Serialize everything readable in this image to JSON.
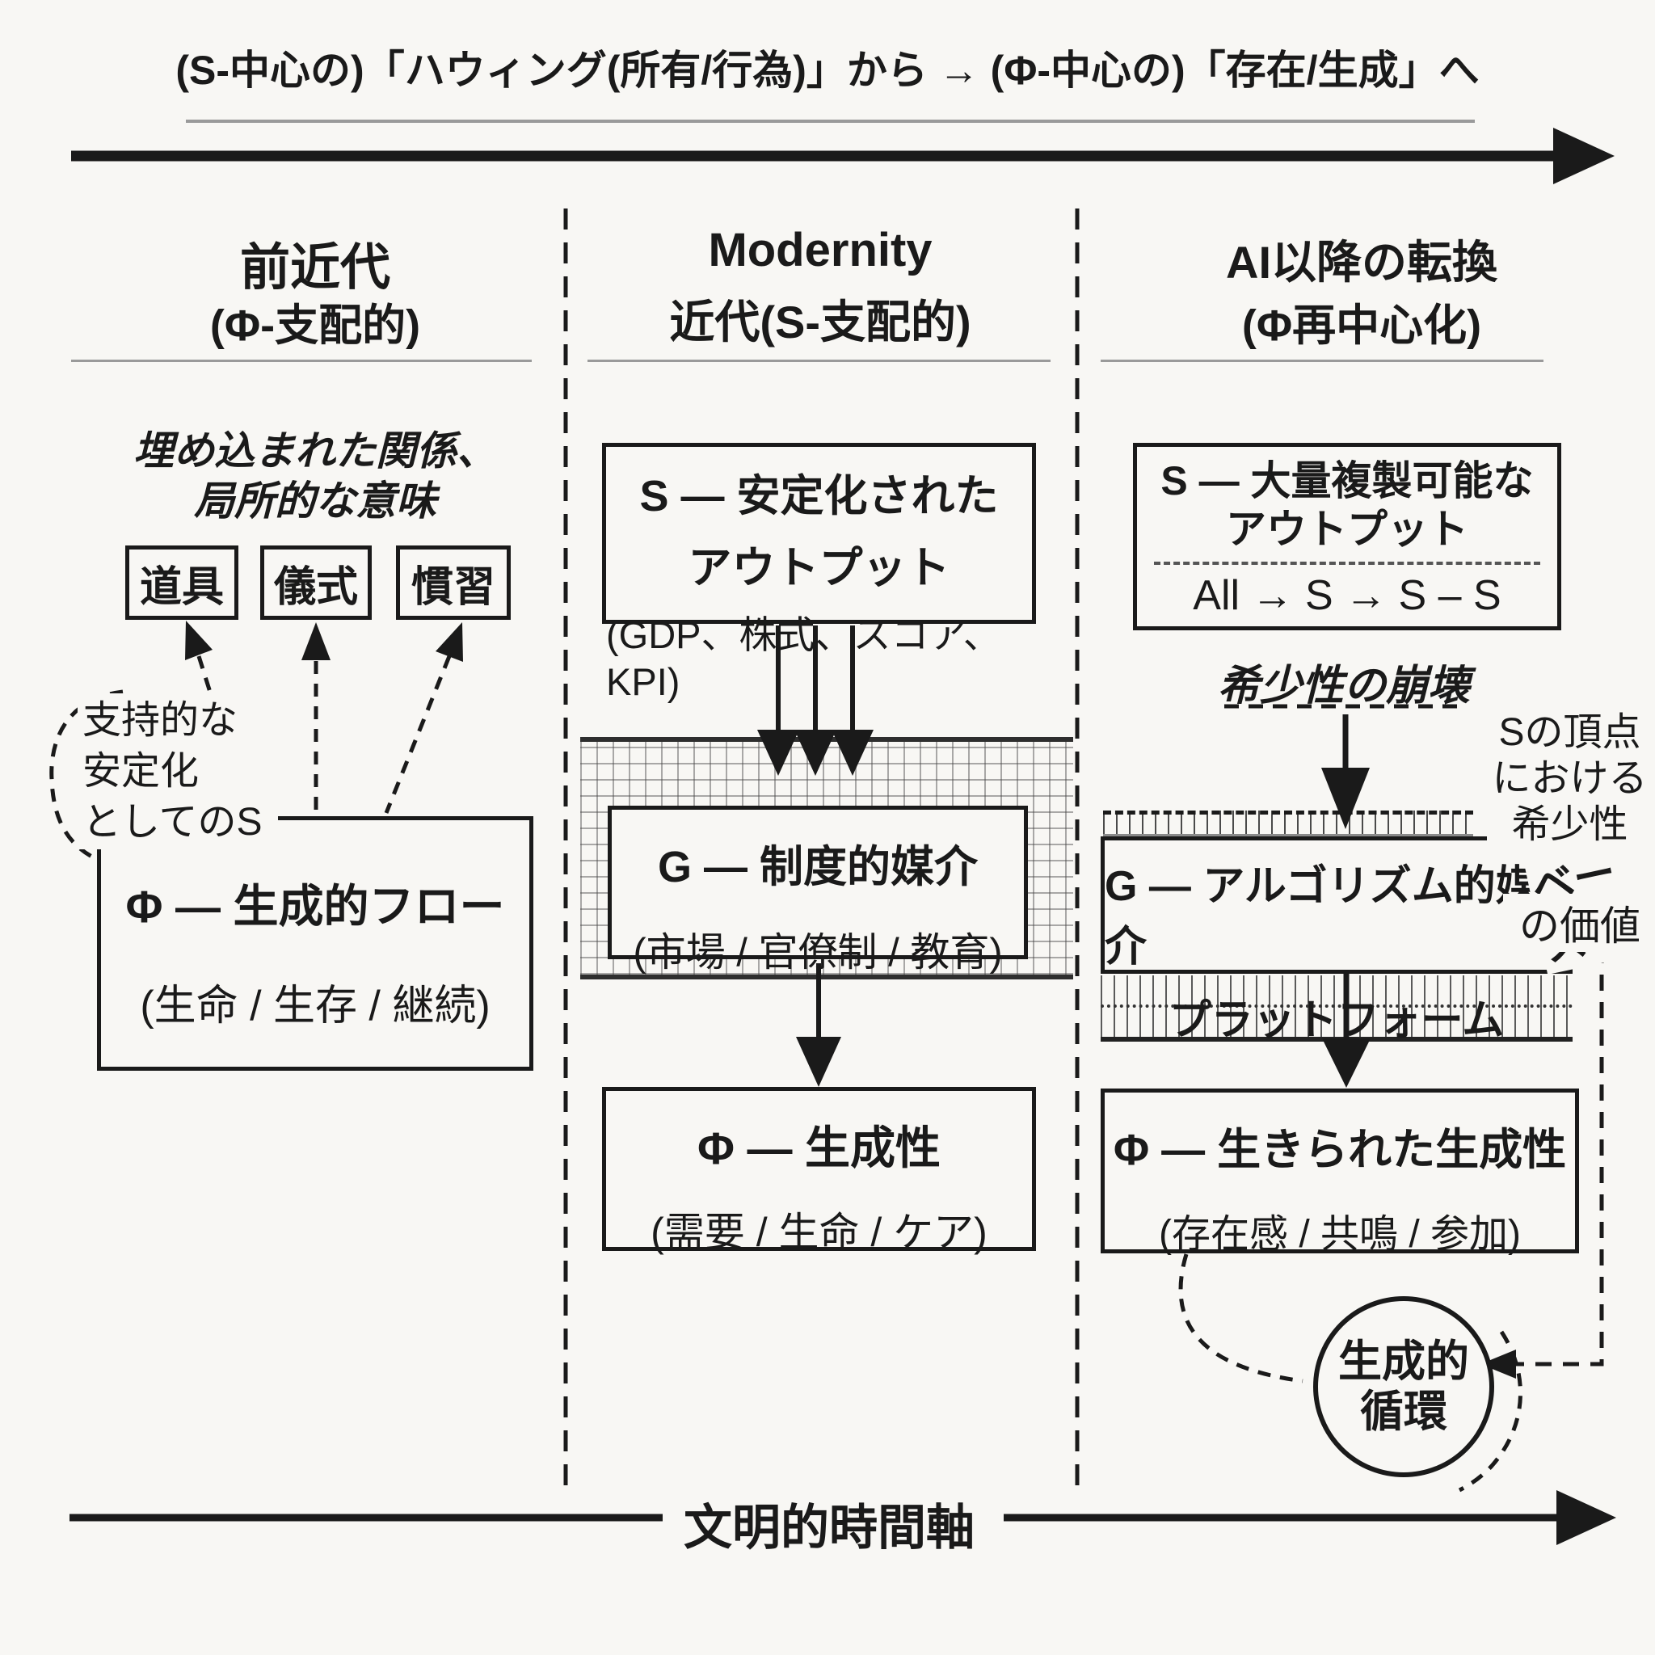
{
  "colors": {
    "bg": "#f8f7f4",
    "ink": "#1a1a1a",
    "gray_line": "#9a9a9a"
  },
  "title": "(S-中心の)「ハウィング(所有/行為)」から → (Φ-中心の)「存在/生成」へ",
  "headers": {
    "premodern": {
      "title": "前近代",
      "subtitle": "(Φ-支配的)"
    },
    "modernity": {
      "title": "Modernity",
      "subtitle": "近代(S-支配的)"
    },
    "postai": {
      "title": "AI以降の転換",
      "subtitle": "(Φ再中心化)"
    }
  },
  "premodern": {
    "intro": {
      "line1": "埋め込まれた関係、",
      "line2": "局所的な意味"
    },
    "boxes": [
      "道具",
      "儀式",
      "慣習"
    ],
    "side_note": {
      "line1": "支持的な",
      "line2": "安定化",
      "line3": "としてのS"
    },
    "phi_box": {
      "title": "Φ — 生成的フロー",
      "subtitle": "(生命 / 生存 / 継続)"
    }
  },
  "modernity": {
    "s_box": {
      "line1": "S — 安定化された",
      "line2": "アウトプット",
      "line3": "(GDP、株式、スコア、KPI)"
    },
    "g_box": {
      "title": "G — 制度的媒介",
      "subtitle": "(市場 / 官僚制 / 教育)"
    },
    "phi_box": {
      "title": "Φ — 生成性",
      "subtitle": "(需要 / 生命 / ケア)"
    }
  },
  "postai": {
    "s_box": {
      "line1": "S — 大量複製可能な",
      "line2": "アウトプット",
      "formula": "All → S → S – S"
    },
    "scarcity_note": "希少性の崩壊",
    "g_box": {
      "line1": "G — アルゴリズム的媒介",
      "overflow": "ベース",
      "line2": "プラットフォーム"
    },
    "side_note": {
      "line1": "Sの頂点",
      "line2": "における",
      "line3": "希少性",
      "line4": "の価値"
    },
    "phi_box": {
      "title": "Φ — 生きられた生成性",
      "subtitle": "(存在感 / 共鳴 / 参加)"
    },
    "cycle": {
      "line1": "生成的",
      "line2": "循環"
    }
  },
  "bottom_axis": {
    "label": "文明的時間軸"
  }
}
